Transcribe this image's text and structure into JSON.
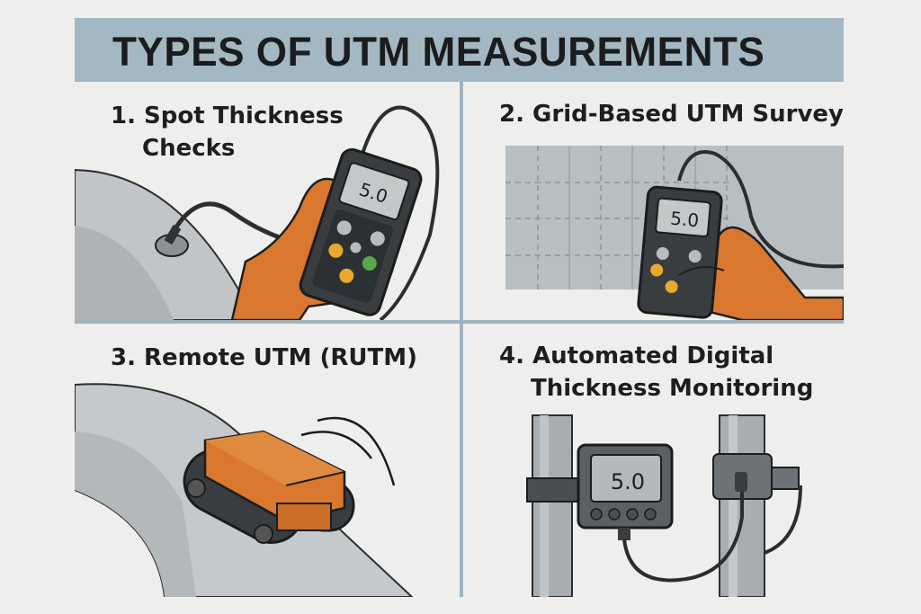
{
  "header": {
    "title": "TYPES OF UTM MEASUREMENTS"
  },
  "panels": [
    {
      "number": "1.",
      "title_line1": "Spot Thickness",
      "title_line2": "Checks",
      "illustration": "handheld-gauge-on-curved-surface",
      "display_reading": "5.0"
    },
    {
      "number": "2.",
      "title_line1": "Grid-Based UTM Surveys",
      "title_line2": "",
      "illustration": "handheld-gauge-over-grid",
      "display_reading": "5.0"
    },
    {
      "number": "3.",
      "title_line1": "Remote UTM (RUTM)",
      "title_line2": "",
      "illustration": "crawler-robot-on-pipe"
    },
    {
      "number": "4.",
      "title_line1": "Automated Digital",
      "title_line2": "Thickness Monitoring",
      "illustration": "fixed-monitor-on-pipes",
      "display_reading": "5.0"
    }
  ],
  "colors": {
    "background": "#eeeeec",
    "title_bar": "#a3b8c3",
    "divider": "#9fb3be",
    "glove_orange": "#d9782e",
    "device_dark": "#3a3d40",
    "screen": "#c4c8c9",
    "button_yellow": "#e8a92c",
    "button_green": "#5aa64a",
    "button_grey": "#b9bcbe",
    "metal_grey": "#a7adb0"
  }
}
